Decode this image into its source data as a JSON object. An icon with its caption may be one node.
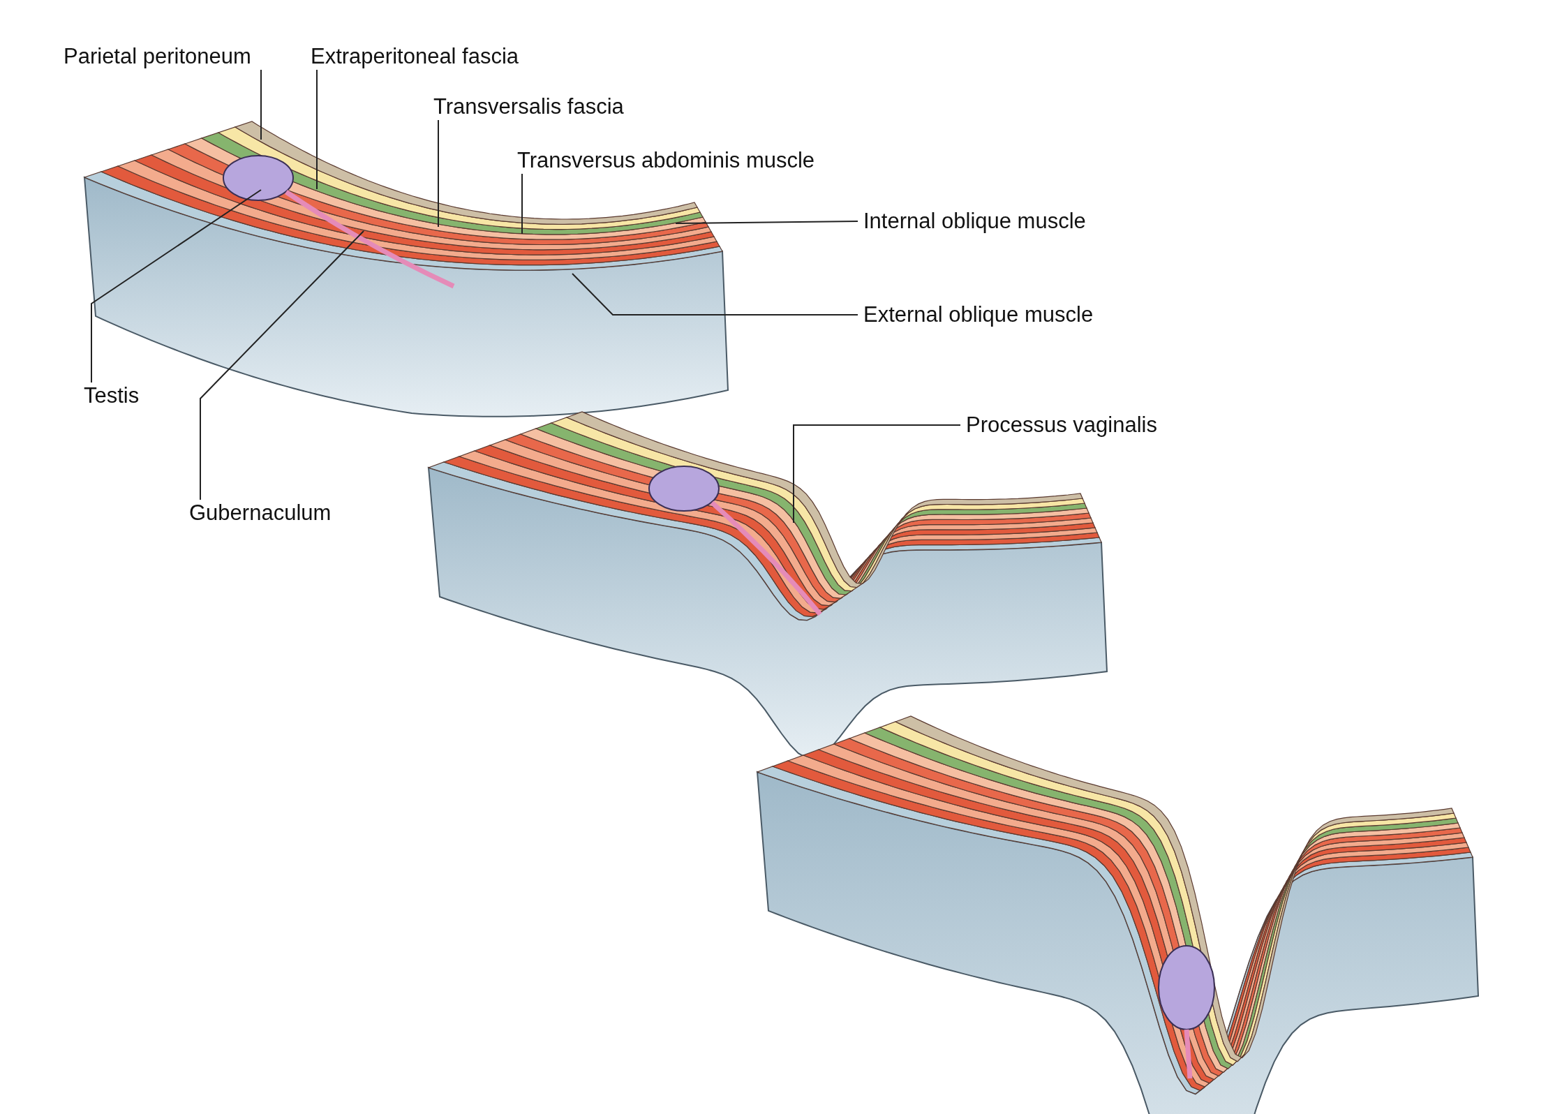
{
  "diagram": {
    "nodes": [
      {
        "text": [
          "Parietal peritoneum"
        ]
      },
      {
        "text": [
          "Extraperitoneal fascia"
        ]
      },
      {
        "text": [
          "Transversalis fascia"
        ]
      },
      {
        "text": [
          "Transversus abdominis muscle"
        ]
      },
      {
        "text": [
          "Internal oblique muscle"
        ]
      },
      {
        "text": [
          "External oblique muscle"
        ]
      },
      {
        "text": [
          "Testis"
        ]
      },
      {
        "text": [
          "Gubernaculum"
        ]
      },
      {
        "text": [
          "Processus vaginalis"
        ]
      }
    ],
    "edges": [
      {
        "from": 0,
        "to": null,
        "arrow": "none"
      },
      {
        "from": 1,
        "to": null,
        "arrow": "none"
      },
      {
        "from": 2,
        "to": null,
        "arrow": "none"
      },
      {
        "from": 3,
        "to": null,
        "arrow": "none"
      },
      {
        "from": 4,
        "to": null,
        "arrow": "none"
      },
      {
        "from": 5,
        "to": null,
        "arrow": "none"
      },
      {
        "from": 6,
        "to": null,
        "arrow": "none"
      },
      {
        "from": 7,
        "to": null,
        "arrow": "none"
      },
      {
        "from": 8,
        "to": null,
        "arrow": "none"
      }
    ]
  }
}
